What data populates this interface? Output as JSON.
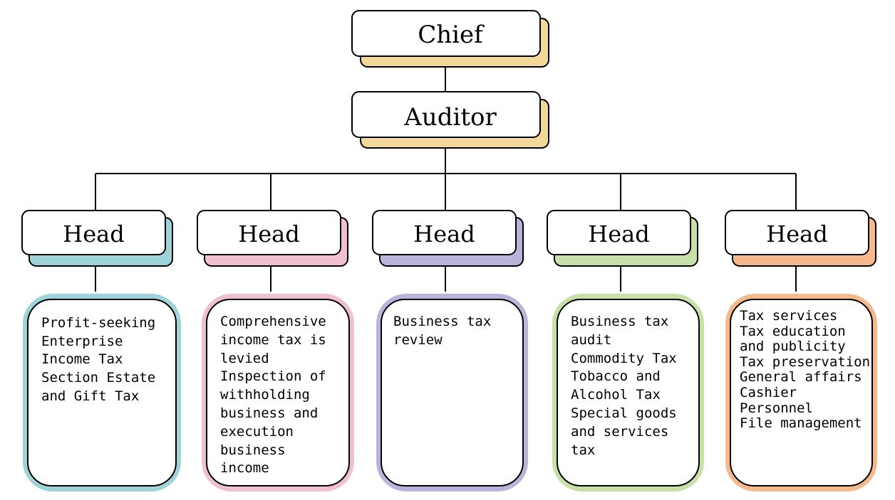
{
  "colors": {
    "chief_shadow": "#f2d99b",
    "auditor_shadow": "#f2d99b",
    "line": "#000000",
    "dept": [
      "#9ed3da",
      "#f0bfd0",
      "#bab4db",
      "#c6e0a8",
      "#f5b98c"
    ]
  },
  "chief": {
    "label": "Chief"
  },
  "auditor": {
    "label": "Auditor"
  },
  "departments": [
    {
      "head": "Head",
      "lines": [
        "Profit-seeking",
        "Enterprise",
        "Income Tax",
        "Section Estate",
        "and Gift Tax"
      ]
    },
    {
      "head": "Head",
      "lines": [
        "Comprehensive",
        "income tax is",
        "levied",
        "Inspection of",
        "withholding",
        "business and",
        "execution",
        "business",
        "income"
      ]
    },
    {
      "head": "Head",
      "lines": [
        "Business tax",
        "review"
      ]
    },
    {
      "head": "Head",
      "lines": [
        "Business tax",
        "audit",
        "Commodity Tax",
        "Tobacco and",
        "Alcohol Tax",
        "Special goods",
        "and services",
        "tax"
      ]
    },
    {
      "head": "Head",
      "lines": [
        "Tax services",
        "Tax education",
        "and publicity",
        "Tax preservation",
        "General affairs",
        "Cashier",
        "Personnel",
        "File management"
      ]
    }
  ]
}
